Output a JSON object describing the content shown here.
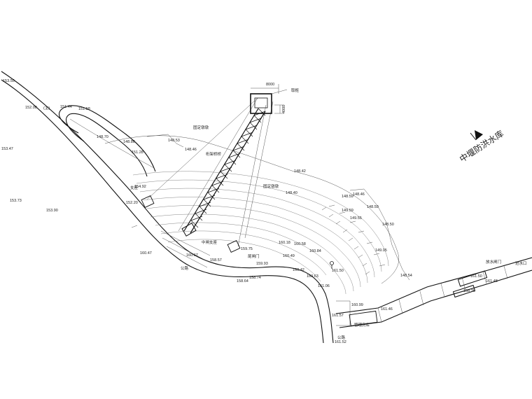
{
  "title": "中堰防洪水库",
  "labels": {
    "tower": "取枢",
    "fixed_pier_1": "固定墩墩",
    "fixed_pier_2": "固定墩墩",
    "truss_bridge": "桁架桥桥",
    "side_support": "支座",
    "gate_support": "中闸支座",
    "tailgate": "尾闸门",
    "outlet_gate": "放水闸门",
    "pipe_room": "管理房库",
    "road_1": "公路",
    "road_2": "公路",
    "misc_1": "(主)",
    "dim_top": "8000",
    "dim_side": "4000",
    "left_label": "进水口"
  },
  "elevations": [
    "153.50",
    "152.00",
    "151.44",
    "151.58",
    "148.70",
    "148.80",
    "151.28",
    "148.53",
    "148.46",
    "148.42",
    "148.40",
    "148.59",
    "148.46",
    "148.59",
    "148.50",
    "149.59",
    "149.55",
    "149.05",
    "148.54",
    "153.47",
    "153.73",
    "153.90",
    "154.92",
    "160.47",
    "160.18",
    "160.49",
    "160.84",
    "160.58",
    "159.75",
    "159.93",
    "160.42",
    "160.63",
    "161.06",
    "161.50",
    "161.46",
    "160.99",
    "161.57",
    "161.48",
    "158.36",
    "158.64",
    "158.74",
    "161.52",
    "158.57",
    "161.50",
    "160.67",
    "152.20"
  ]
}
